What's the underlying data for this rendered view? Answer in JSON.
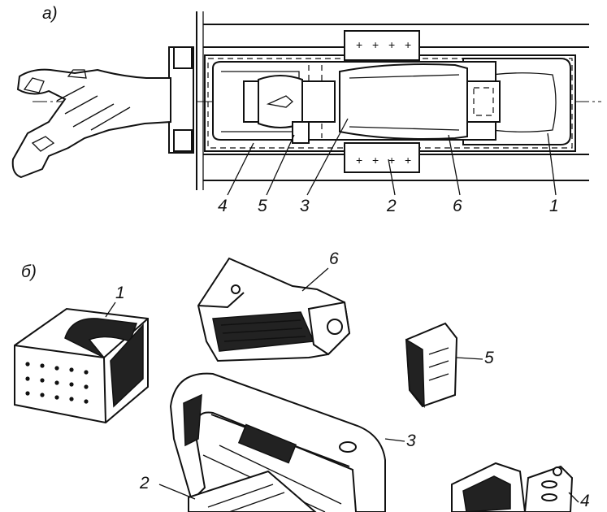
{
  "view_a": {
    "caption": "а)",
    "parts": [
      {
        "number": "4"
      },
      {
        "number": "5"
      },
      {
        "number": "3"
      },
      {
        "number": "2"
      },
      {
        "number": "6"
      },
      {
        "number": "1"
      }
    ]
  },
  "view_b": {
    "caption": "б)",
    "parts": [
      {
        "number": "1"
      },
      {
        "number": "6"
      },
      {
        "number": "5"
      },
      {
        "number": "3"
      },
      {
        "number": "2"
      },
      {
        "number": "4"
      }
    ]
  }
}
